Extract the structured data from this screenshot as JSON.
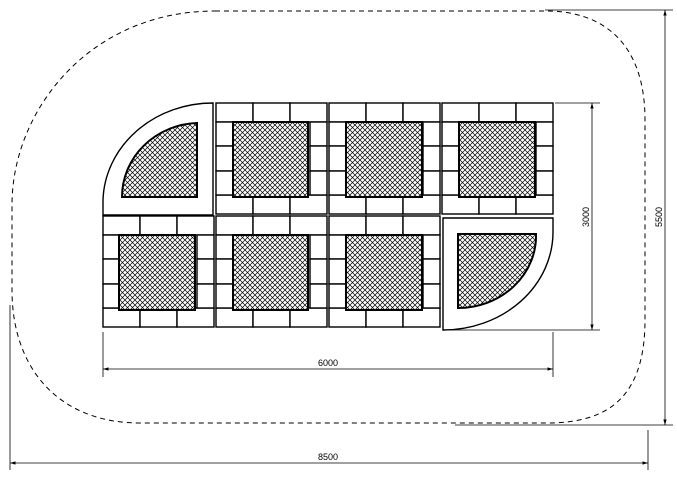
{
  "diagram": {
    "width_dimension_label": "6000",
    "overall_width_label": "8500",
    "height_dimension_label": "3000",
    "overall_height_label": "5500",
    "colors": {
      "stroke": "#000000",
      "background": "#ffffff"
    }
  }
}
